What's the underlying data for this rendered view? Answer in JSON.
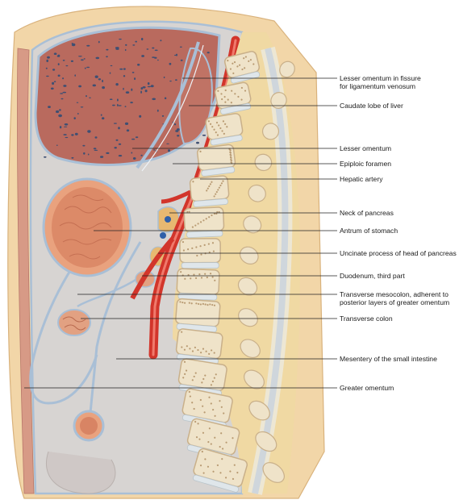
{
  "labels": [
    {
      "id": "lesser-omentum-fissure",
      "lines": [
        "Lesser omentum in fissure",
        "for ligamentum venosum"
      ]
    },
    {
      "id": "caudate-lobe",
      "lines": [
        "Caudate lobe of liver"
      ]
    },
    {
      "id": "lesser-omentum",
      "lines": [
        "Lesser omentum"
      ]
    },
    {
      "id": "epiploic-foramen",
      "lines": [
        "Epiploic foramen"
      ]
    },
    {
      "id": "hepatic-artery",
      "lines": [
        "Hepatic artery"
      ]
    },
    {
      "id": "neck-of-pancreas",
      "lines": [
        "Neck of pancreas"
      ]
    },
    {
      "id": "antrum-of-stomach",
      "lines": [
        "Antrum of stomach"
      ]
    },
    {
      "id": "uncinate-process",
      "lines": [
        "Uncinate process of head of pancreas"
      ]
    },
    {
      "id": "duodenum-third-part",
      "lines": [
        "Duodenum, third part"
      ]
    },
    {
      "id": "transverse-mesocolon",
      "lines": [
        "Transverse mesocolon, adherent to",
        "posterior layers of greater omentum"
      ]
    },
    {
      "id": "transverse-colon",
      "lines": [
        "Transverse colon"
      ]
    },
    {
      "id": "mesentery-small-intestine",
      "lines": [
        "Mesentery of the small intestine"
      ]
    },
    {
      "id": "greater-omentum",
      "lines": [
        "Greater omentum"
      ]
    }
  ],
  "colors": {
    "liver": "#b96a5e",
    "liver_dots": "#3f4f72",
    "peritoneal_cavity": "#d7d4d2",
    "membrane": "#a9bfd6",
    "aorta": "#d2352b",
    "bone": "#efe3c9",
    "bone_outline": "#c9b08a",
    "disc": "#dfe6ea",
    "fat": "#f0d9a3",
    "stomach": "#e9a27e",
    "leader_line": "#222222"
  }
}
